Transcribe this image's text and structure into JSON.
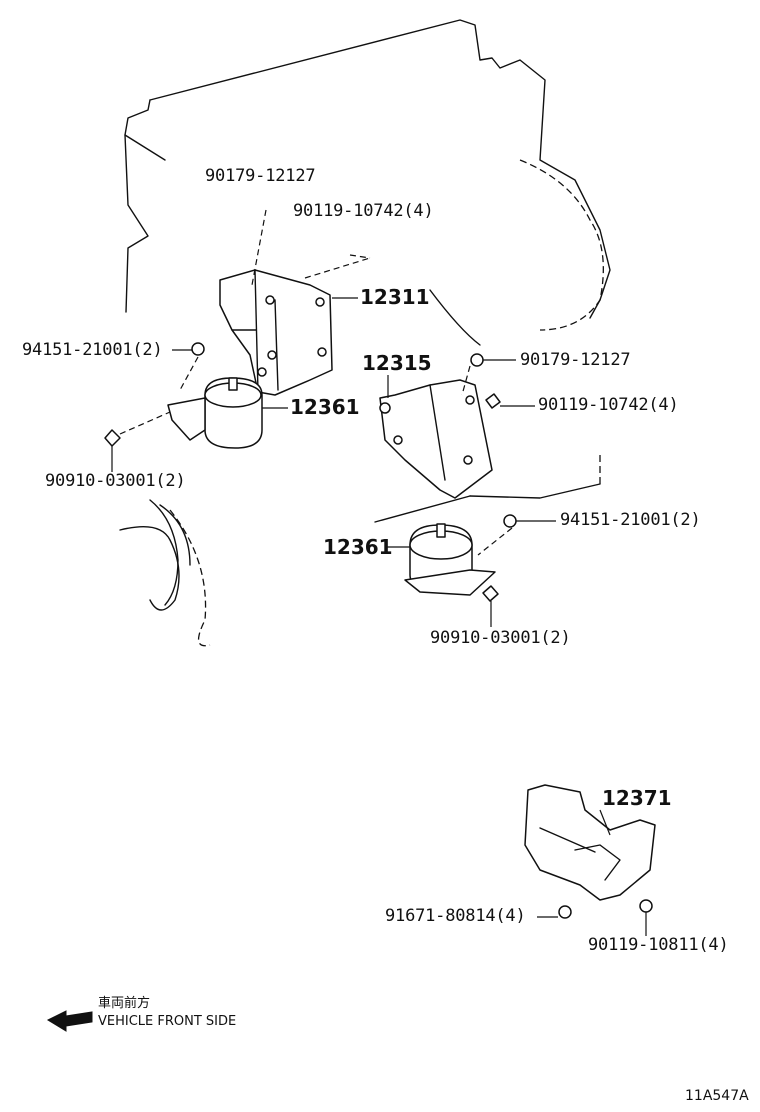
{
  "diagram": {
    "callouts": {
      "p90179_12127_top": "90179-12127",
      "p90119_10742_top": "90119-10742(4)",
      "p12311": "12311",
      "p94151_21001_left": "94151-21001(2)",
      "p12361_left": "12361",
      "p90910_03001_left": "90910-03001(2)",
      "p12315": "12315",
      "p90179_12127_right": "90179-12127",
      "p90119_10742_right": "90119-10742(4)",
      "p94151_21001_right": "94151-21001(2)",
      "p12361_center": "12361",
      "p90910_03001_center": "90910-03001(2)",
      "p12371": "12371",
      "p91671_80814": "91671-80814(4)",
      "p90119_10811": "90119-10811(4)"
    },
    "direction": {
      "japanese": "車両前方",
      "english": "VEHICLE FRONT SIDE"
    },
    "figure_code": "11A547A"
  }
}
